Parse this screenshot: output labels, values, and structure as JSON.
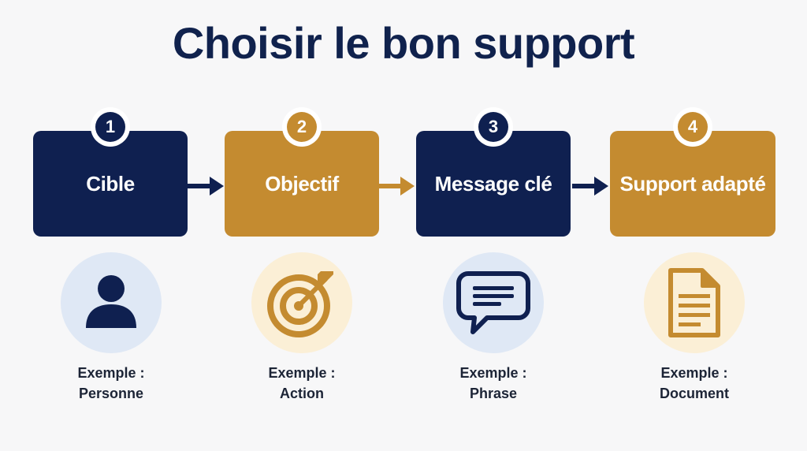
{
  "title": "Choisir le bon support",
  "colors": {
    "navy": "#0f2050",
    "gold": "#c48b30",
    "light_blue": "#dfe8f5",
    "cream": "#fbefd6"
  },
  "steps": [
    {
      "number": "1",
      "label": "Cible",
      "icon": "person-icon",
      "example_prefix": "Exemple :",
      "example": "Personne"
    },
    {
      "number": "2",
      "label": "Objectif",
      "icon": "target-icon",
      "example_prefix": "Exemple :",
      "example": "Action"
    },
    {
      "number": "3",
      "label": "Message clé",
      "icon": "speech-bubble-icon",
      "example_prefix": "Exemple :",
      "example": "Phrase"
    },
    {
      "number": "4",
      "label": "Support adapté",
      "icon": "document-icon",
      "example_prefix": "Exemple :",
      "example": "Document"
    }
  ]
}
